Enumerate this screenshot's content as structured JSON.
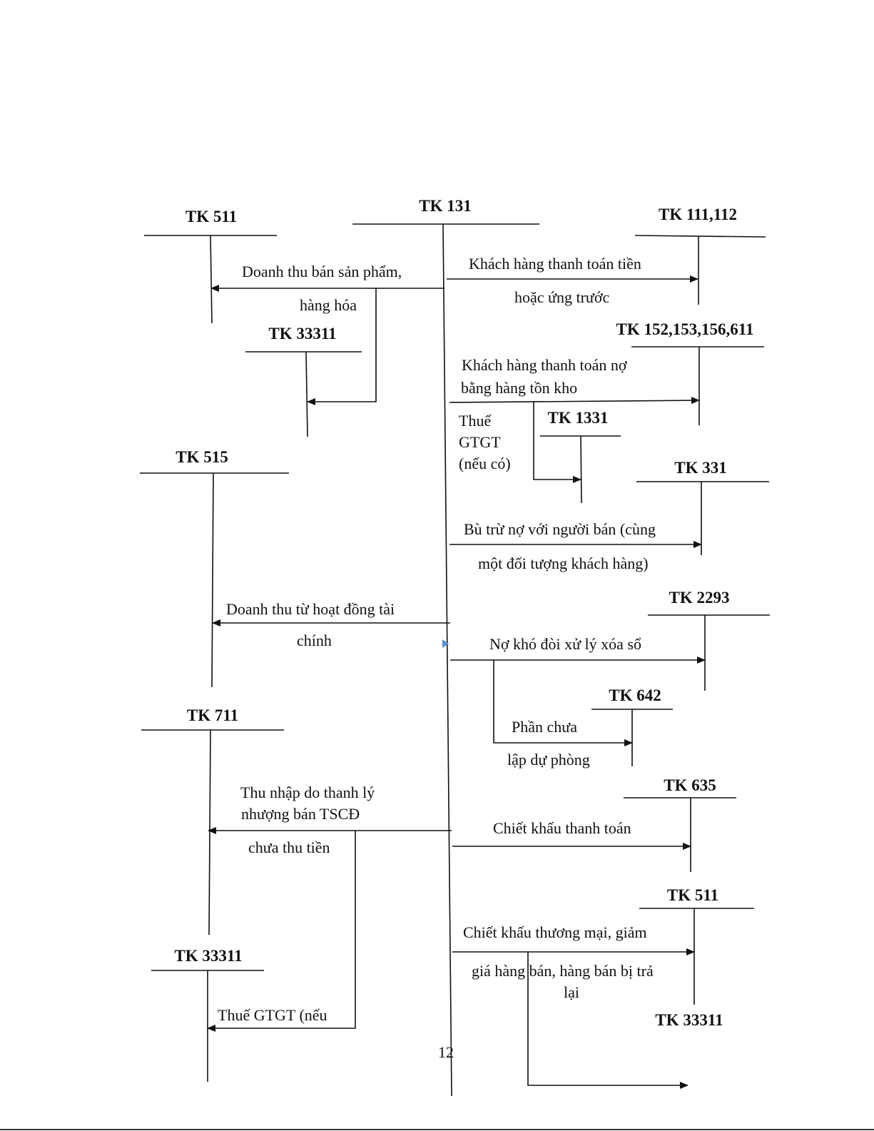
{
  "accounts": {
    "tk511_top": "TK 511",
    "tk131": "TK 131",
    "tk111_112": "TK 111,112",
    "tk33311_top": "TK 33311",
    "tk152_group": "TK 152,153,156,611",
    "tk1331": "TK 1331",
    "tk515": "TK 515",
    "tk331": "TK 331",
    "tk2293": "TK 2293",
    "tk642": "TK 642",
    "tk711": "TK 711",
    "tk635": "TK 635",
    "tk511_bottom": "TK 511",
    "tk33311_bottom_left": "TK 33311",
    "tk33311_bottom_right": "TK 33311"
  },
  "labels": {
    "sales_revenue_1": "Doanh thu bán sản phẩm,",
    "sales_revenue_2": "hàng hóa",
    "customer_payment_1": "Khách hàng thanh toán tiền",
    "customer_payment_2": "hoặc ứng trước",
    "pay_by_inventory_1": "Khách hàng thanh toán nợ",
    "pay_by_inventory_2": "bằng hàng tồn kho",
    "vat_if_any_1": "Thuế",
    "vat_if_any_2": "GTGT",
    "vat_if_any_3": "(nếu có)",
    "offset_1": "Bù trừ nợ với người bán (cùng",
    "offset_2": "một đối tượng khách hàng)",
    "financial_revenue_1": "Doanh thu từ hoạt đồng tài",
    "financial_revenue_2": "chính",
    "bad_debt": "Nợ khó đòi xử lý xóa sổ",
    "no_provision_1": "Phần chưa",
    "no_provision_2": "lập dự phòng",
    "asset_disposal_1": "Thu nhập do thanh lý",
    "asset_disposal_2": "nhượng bán TSCĐ",
    "asset_disposal_3": "chưa thu tiền",
    "payment_discount": "Chiết khấu thanh toán",
    "trade_discount_1": "Chiết khấu thương mại, giảm",
    "trade_discount_2": "giá hàng bán, hàng bán bị trả",
    "trade_discount_3": "lại",
    "vat_bottom": "Thuế GTGT (nếu"
  },
  "page_number": "12"
}
